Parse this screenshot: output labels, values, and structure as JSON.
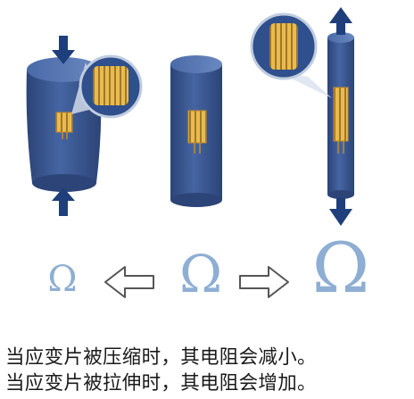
{
  "symbols": {
    "left": "Ω",
    "middle": "Ω",
    "right": "Ω"
  },
  "captions": [
    "当应变片被压缩时，其电阻会减小。",
    "当应变片被拉伸时，其电阻会增加。"
  ],
  "colors": {
    "cylinder": "#3f5e9c",
    "cylinder_dark": "#2c4477",
    "gauge": "#e6b84a",
    "arrow": "#1f3e7c",
    "omega": "#8eaed3",
    "hollow_arrow": "#555555"
  },
  "icons": [
    "compression-arrow-icon",
    "tension-arrow-icon",
    "hollow-arrow-left-icon",
    "hollow-arrow-right-icon",
    "strain-gauge-icon"
  ]
}
